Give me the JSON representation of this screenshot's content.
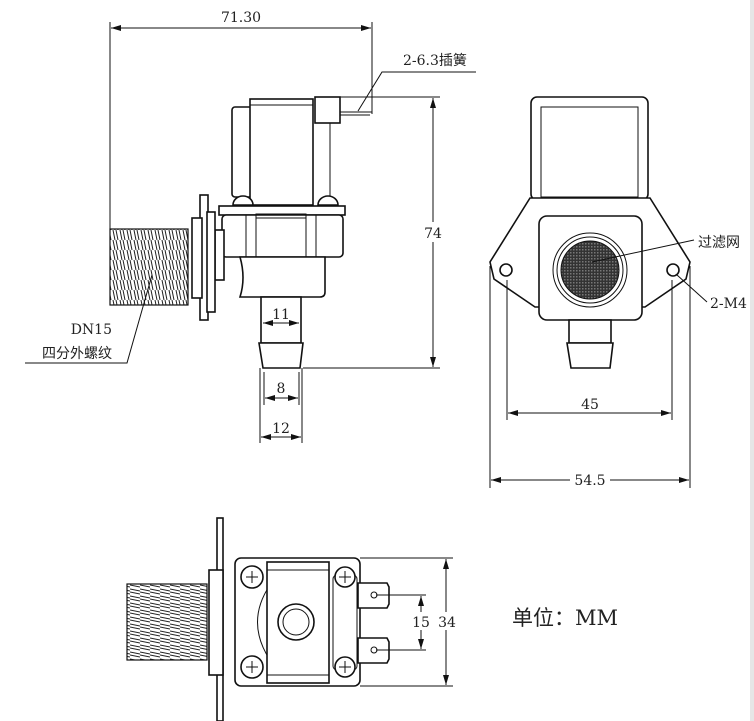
{
  "side_view": {
    "dim_length": "71.30",
    "dim_height": "74",
    "terminal_label": "2-6.3插簧",
    "thread_size": "DN15",
    "thread_desc": "四分外螺纹",
    "dim_outlet_11": "11",
    "dim_outlet_8": "8",
    "dim_outlet_12": "12"
  },
  "front_view": {
    "filter_label": "过滤网",
    "mount_label": "2-M4",
    "dim_hole_spacing": "45",
    "dim_width": "54.5"
  },
  "bottom_view": {
    "dim_terminal_spacing": "15",
    "dim_body_width": "34"
  },
  "units_label": "单位：MM"
}
